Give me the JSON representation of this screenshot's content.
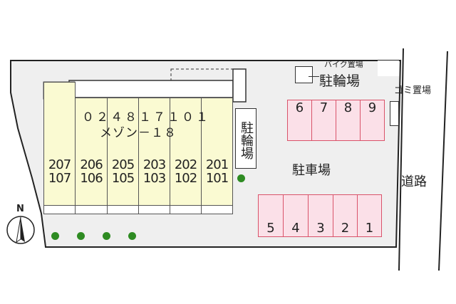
{
  "building": {
    "name_line1": "０２４８１７１０１",
    "name_line2": "メゾン－１８",
    "units": [
      {
        "upper": "207",
        "lower": "107"
      },
      {
        "upper": "206",
        "lower": "106"
      },
      {
        "upper": "205",
        "lower": "105"
      },
      {
        "upper": "203",
        "lower": "103"
      },
      {
        "upper": "202",
        "lower": "102"
      },
      {
        "upper": "201",
        "lower": "101"
      }
    ]
  },
  "bicycle_parking_vertical": "駐輪場",
  "bike_parking_label": "バイク置場",
  "bicycle_parking_label": "駐輪場",
  "garbage_label": "ゴミ置場",
  "parking_label": "駐車場",
  "road_label": "道路",
  "compass_label": "N",
  "parking_top": [
    "6",
    "7",
    "8",
    "9"
  ],
  "parking_bottom": [
    "5",
    "4",
    "3",
    "2",
    "1"
  ],
  "colors": {
    "building": "#fafad2",
    "parking": "#fbe0e8",
    "parking_border": "#d9536a",
    "tree": "#2e8b22",
    "site": "#efefef"
  }
}
